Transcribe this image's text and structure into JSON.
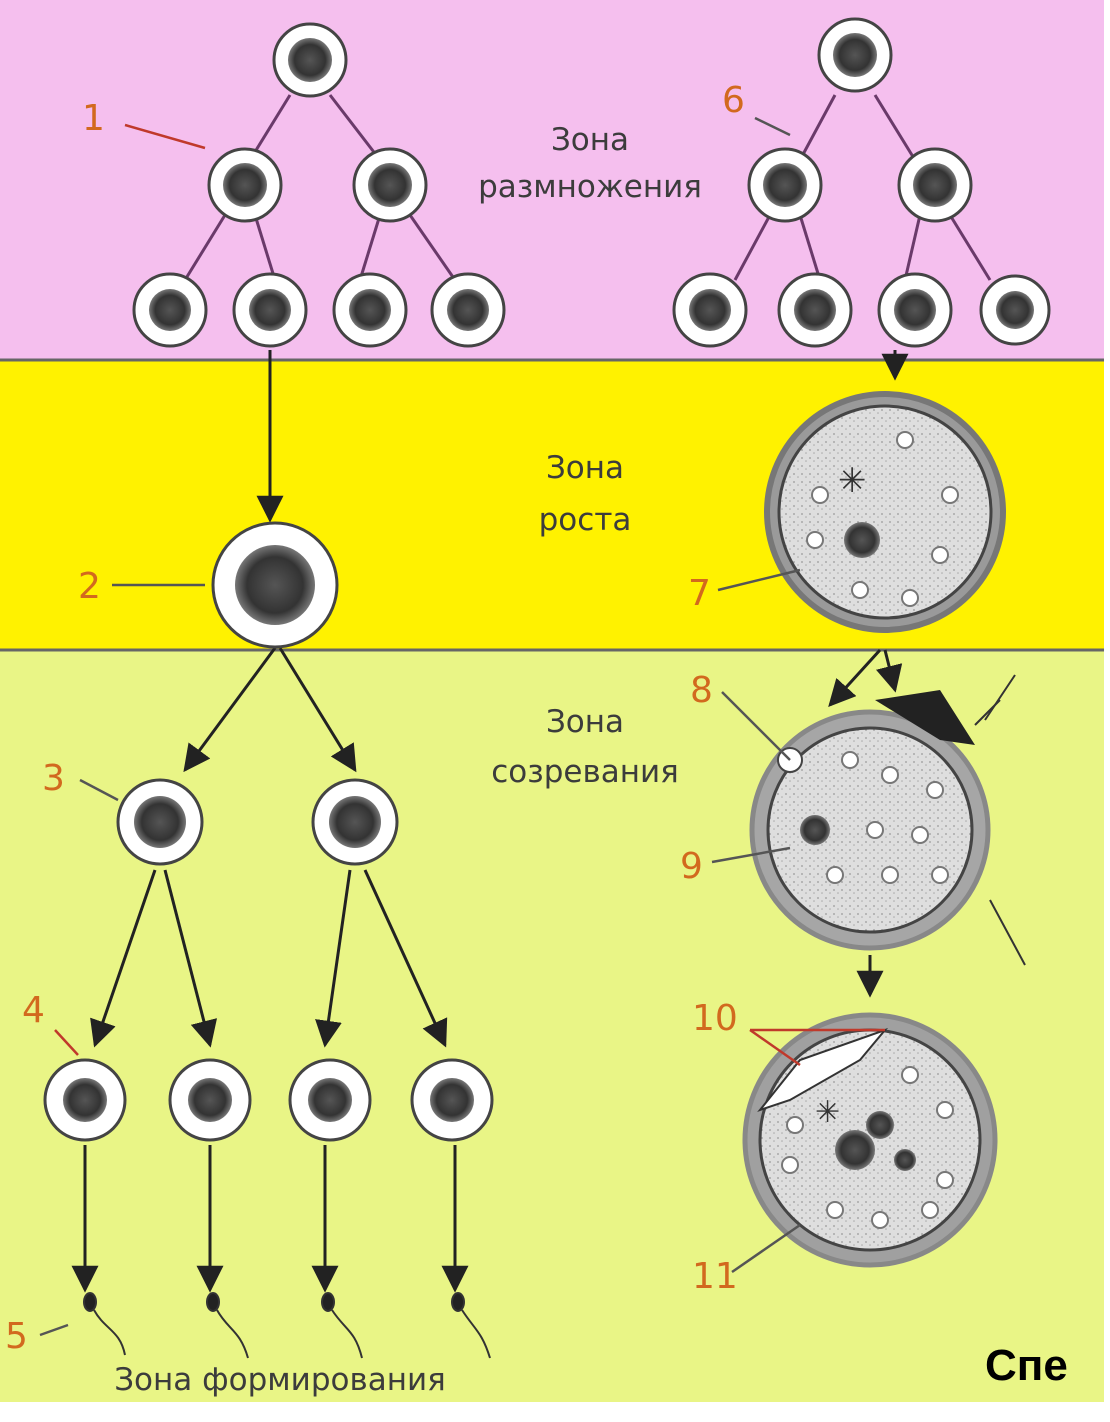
{
  "zones": {
    "multiplication": "Зона размножения",
    "growth": "Зона роста",
    "maturation": "Зона созревания",
    "formation": "Зона формирования"
  },
  "zone_lines": {
    "multiplication": [
      "Зона",
      "размножения"
    ],
    "growth": [
      "Зона",
      "роста"
    ],
    "maturation": [
      "Зона",
      "созревания"
    ]
  },
  "numbers": [
    "1",
    "2",
    "3",
    "4",
    "5",
    "6",
    "7",
    "8",
    "9",
    "10",
    "11"
  ],
  "truncated_text": "Спе",
  "colors": {
    "multiplication_bg": "#f5bfee",
    "growth_bg": "#fff200",
    "maturation_bg": "#e9f586",
    "label_number": "#d2691e"
  }
}
